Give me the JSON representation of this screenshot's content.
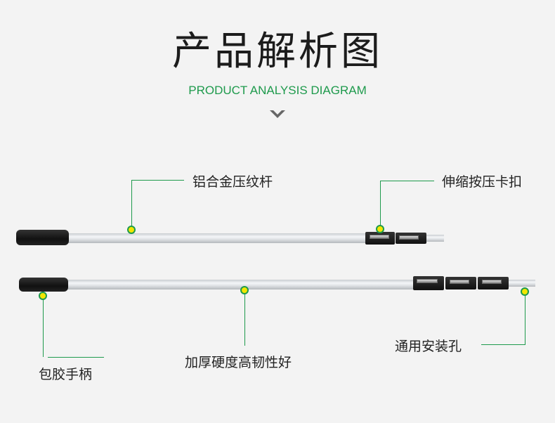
{
  "header": {
    "title": "产品解析图",
    "subtitle": "PRODUCT ANALYSIS DIAGRAM"
  },
  "labels": {
    "pressed_tube": "铝合金压纹杆",
    "press_clip": "伸缩按压卡扣",
    "rubber_grip": "包胶手柄",
    "thick_tube": "加厚硬度高韧性好",
    "mount_hole": "通用安装孔"
  },
  "colors": {
    "accent": "#1e9a4c",
    "dot": "#f2e600",
    "background": "#f3f3f3"
  }
}
